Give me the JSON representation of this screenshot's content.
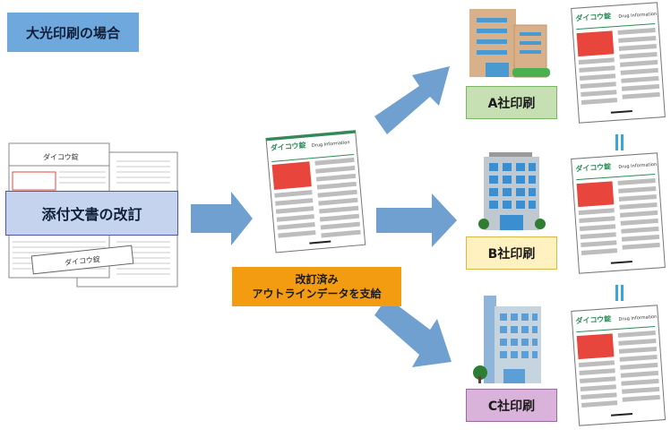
{
  "header": {
    "title": "大光印刷の場合"
  },
  "source": {
    "revise_label": "添付文書の改訂",
    "doc_brand": "ダイコウ錠",
    "sticker_label": "ダイコウ錠"
  },
  "center": {
    "doc_brand": "ダイコウ錠",
    "doc_subtitle": "Drug Information",
    "supply_line1": "改訂済み",
    "supply_line2": "アウトラインデータを支給"
  },
  "companies": [
    {
      "label": "A社印刷",
      "color": "#c6e0b4"
    },
    {
      "label": "B社印刷",
      "color": "#fff2c0"
    },
    {
      "label": "C社印刷",
      "color": "#d9b3d9"
    }
  ],
  "outputs": {
    "doc_brand": "ダイコウ錠",
    "doc_subtitle": "Drug Information"
  },
  "colors": {
    "arrow": "#6fa0d0",
    "doc_green": "#2e8b57",
    "highlight_red": "#e8453c",
    "equal_sign": "#3aa6d8"
  }
}
